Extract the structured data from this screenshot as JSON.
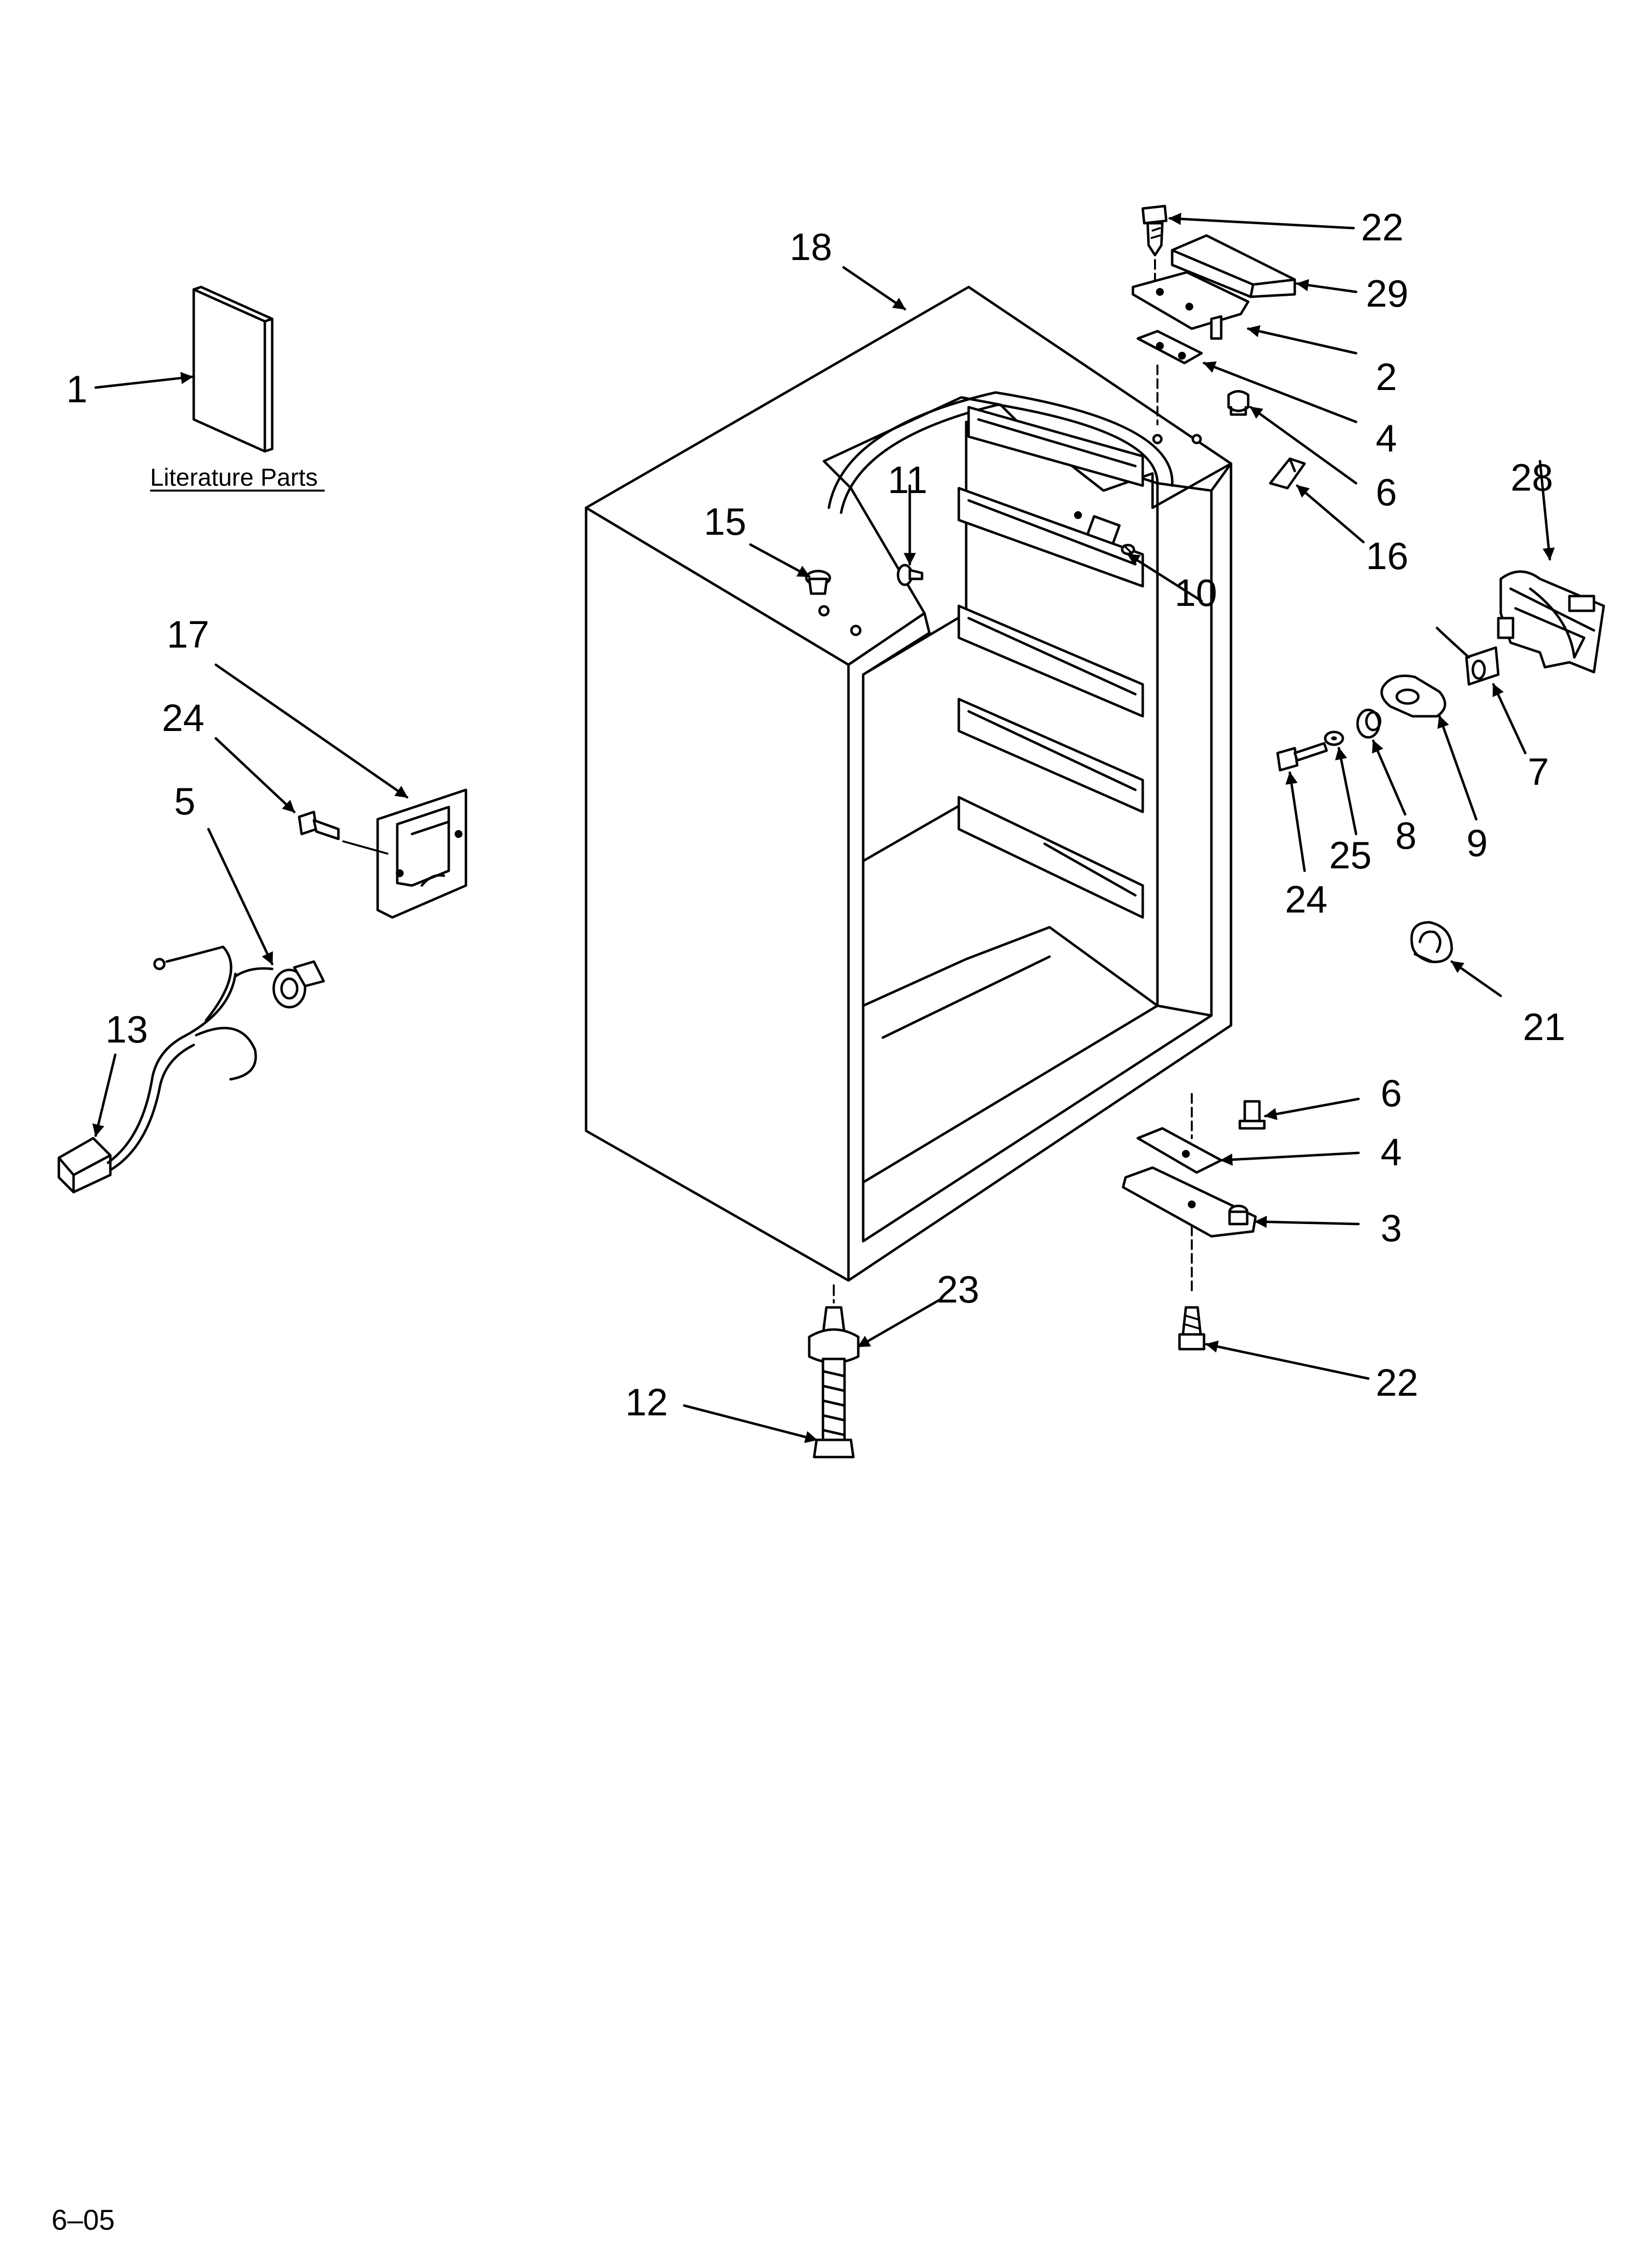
{
  "callouts": {
    "c1": "1",
    "c2": "2",
    "c3": "3",
    "c4a": "4",
    "c4b": "4",
    "c5": "5",
    "c6a": "6",
    "c6b": "6",
    "c7": "7",
    "c8": "8",
    "c9": "9",
    "c10": "10",
    "c11": "11",
    "c12": "12",
    "c13": "13",
    "c15": "15",
    "c16": "16",
    "c17": "17",
    "c18": "18",
    "c21": "21",
    "c22a": "22",
    "c22b": "22",
    "c23": "23",
    "c24a": "24",
    "c24b": "24",
    "c25": "25",
    "c28": "28",
    "c29": "29"
  },
  "literature_label": "Literature Parts",
  "footer_code": "6–05"
}
